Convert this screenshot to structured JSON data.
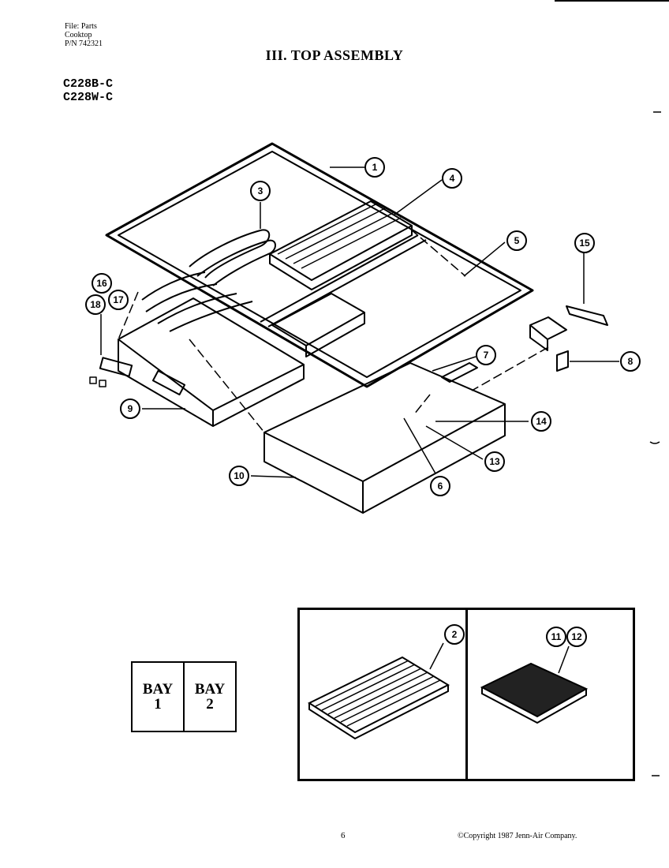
{
  "header": {
    "file_line": "File: Parts",
    "product_line": "Cooktop",
    "pn_line": "P/N 742321"
  },
  "title": "III. TOP ASSEMBLY",
  "models": [
    "C228B-C",
    "C228W-C"
  ],
  "callouts": [
    "1",
    "2",
    "3",
    "4",
    "5",
    "6",
    "7",
    "8",
    "9",
    "10",
    "11",
    "12",
    "13",
    "14",
    "15",
    "16",
    "17",
    "18"
  ],
  "bay_chart": {
    "bay1_word": "BAY",
    "bay1_num": "1",
    "bay2_word": "BAY",
    "bay2_num": "2"
  },
  "footer": {
    "page_number": "6",
    "copyright": "©Copyright 1987 Jenn-Air Company."
  }
}
